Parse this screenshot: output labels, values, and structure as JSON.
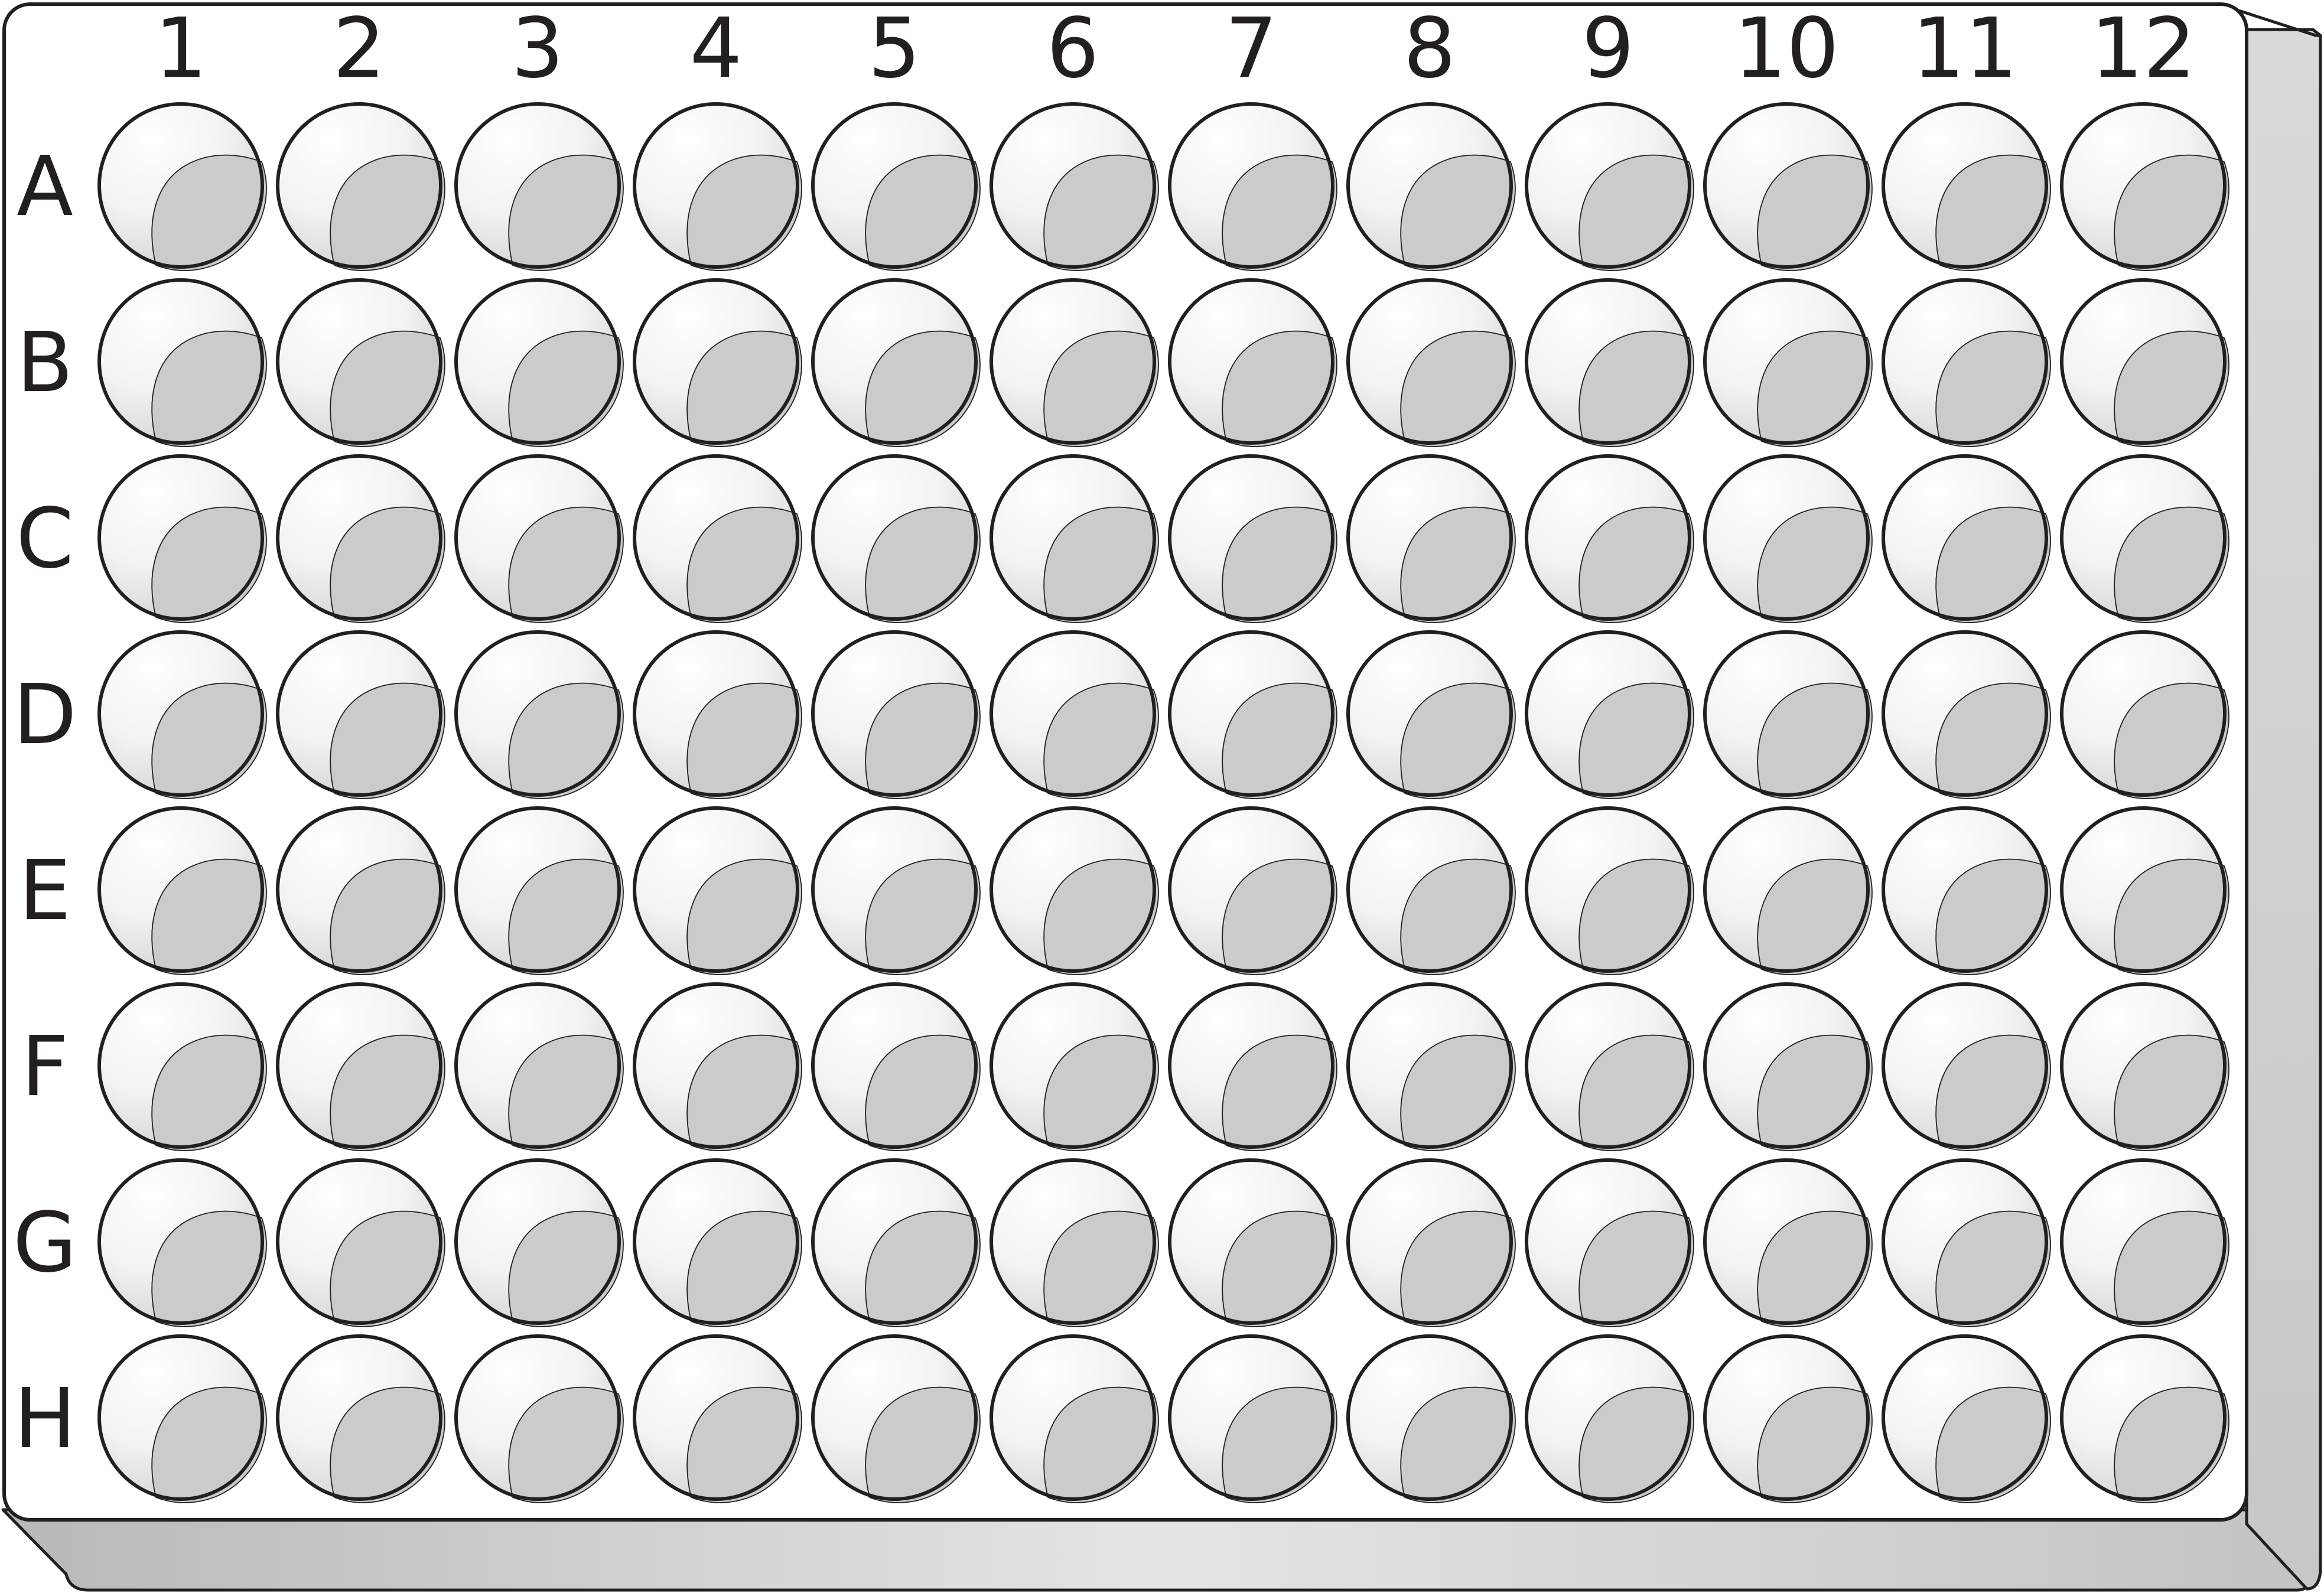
{
  "plate": {
    "column_labels": [
      "1",
      "2",
      "3",
      "4",
      "5",
      "6",
      "7",
      "8",
      "9",
      "10",
      "11",
      "12"
    ],
    "row_labels": [
      "A",
      "B",
      "C",
      "D",
      "E",
      "F",
      "G",
      "H"
    ],
    "colors": {
      "outline": "#231f20",
      "plate_top": "#ffffff",
      "plate_side": "#d7d8da",
      "well_fill": "#cbcbcb",
      "well_highlight": "#ffffff"
    }
  }
}
